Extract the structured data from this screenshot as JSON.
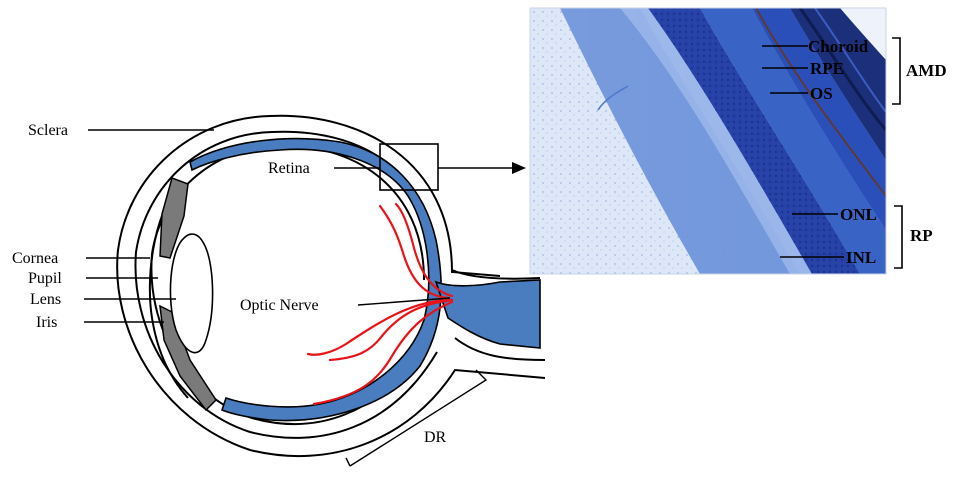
{
  "eye_labels": {
    "sclera": "Sclera",
    "retina": "Retina",
    "cornea": "Cornea",
    "pupil": "Pupil",
    "lens": "Lens",
    "iris": "Iris",
    "optic_nerve": "Optic Nerve",
    "dr": "DR"
  },
  "histology_labels": {
    "choroid": "Choroid",
    "rpe": "RPE",
    "os": "OS",
    "onl": "ONL",
    "inl": "INL",
    "amd": "AMD",
    "rp": "RP"
  },
  "colors": {
    "retina_blue": "#4a7cc0",
    "nerve_blue": "#4a7cc0",
    "vessel_red": "#e8141a",
    "iris_gray": "#7a7a7a",
    "line": "#000000",
    "histo_dark": "#1f3fa6",
    "histo_mid": "#4f78d0",
    "histo_light": "#a9c3ec",
    "histo_pale": "#d8e4f6"
  }
}
